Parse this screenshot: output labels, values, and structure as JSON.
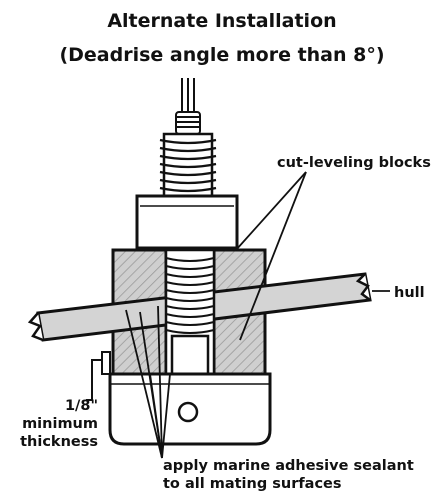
{
  "title_line1": "Alternate Installation",
  "title_line2": "(Deadrise angle more than 8°)",
  "labels": {
    "cut_leveling_blocks": "cut-leveling blocks",
    "hull": "hull",
    "thickness_value": "1/8\"",
    "thickness_word1": "minimum",
    "thickness_word2": "thickness",
    "sealant_line1": "apply marine adhesive sealant",
    "sealant_line2": "to all mating surfaces"
  },
  "colors": {
    "stroke": "#111111",
    "hull_fill": "#d4d4d4",
    "block_fill": "#c8c8c8",
    "body_fill": "#ffffff"
  }
}
